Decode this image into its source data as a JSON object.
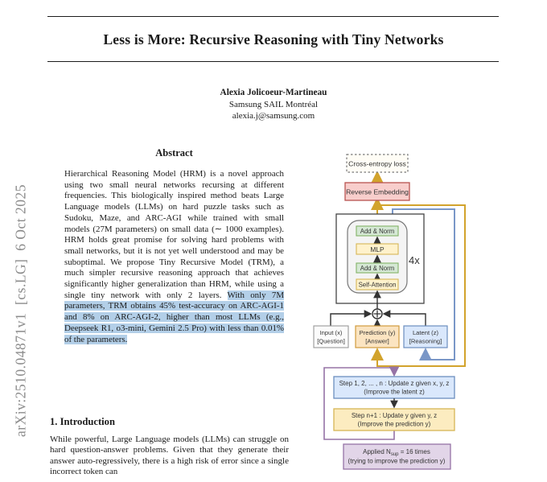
{
  "paper": {
    "title": "Less is More: Recursive Reasoning with Tiny Networks",
    "author": {
      "name": "Alexia Jolicoeur-Martineau",
      "affiliation": "Samsung SAIL Montréal",
      "email": "alexia.j@samsung.com"
    },
    "arxiv_watermark": "arXiv:2510.04871v1  [cs.LG]  6 Oct 2025",
    "abstract": {
      "heading": "Abstract",
      "text_plain": "Hierarchical Reasoning Model (HRM) is a novel approach using two small neural networks recursing at different frequencies. This biologically inspired method beats Large Language models (LLMs) on hard puzzle tasks such as Sudoku, Maze, and ARC-AGI while trained with small models (27M parameters) on small data (∼ 1000 examples). HRM holds great promise for solving hard problems with small networks, but it is not yet well understood and may be suboptimal. We propose Tiny Recursive Model (TRM), a much simpler recursive reasoning approach that achieves significantly higher generalization than HRM, while using a single tiny network with only 2 layers. ",
      "text_highlighted": "With only 7M parameters, TRM obtains 45% test-accuracy on ARC-AGI-1 and 8% on ARC-AGI-2, higher than most LLMs (e.g., Deepseek R1, o3-mini, Gemini 2.5 Pro) with less than 0.01% of the parameters.",
      "highlight_color": "#b3cfe8"
    },
    "introduction": {
      "heading": "1. Introduction",
      "text": "While powerful, Large Language models (LLMs) can struggle on hard question-answer problems. Given that they generate their answer auto-regressively, there is a high risk of error since a single incorrect token can"
    }
  },
  "diagram": {
    "cross_entropy_label": "Cross-entropy loss",
    "reverse_embedding_label": "Reverse Embedding",
    "add_norm_top_label": "Add & Norm",
    "mlp_label": "MLP",
    "add_norm_bottom_label": "Add & Norm",
    "self_attention_label": "Self-Attention",
    "repeat_label": "4x",
    "input_line1": "Input (x)",
    "input_line2": "[Question]",
    "prediction_line1": "Prediction (y)",
    "prediction_line2": "[Answer]",
    "latent_line1": "Latent (z)",
    "latent_line2": "[Reasoning]",
    "step_z_line1": "Step 1, 2, ... , n : Update z given x, y, z",
    "step_z_line2": "(Improve the latent z)",
    "step_y_line1": "Step n+1 : Update y given y, z",
    "step_y_line2": "(Improve the prediction y)",
    "applied_prefix": "Applied N",
    "applied_sub": "sup",
    "applied_mid": " = 16 times",
    "applied_line2": "(trying to improve the prediction y)",
    "colors": {
      "gold_line": "#d2a32c",
      "blue_line": "#7a97c7",
      "purple_line": "#9673a6",
      "black_line": "#333333",
      "pink_box": "#f8cecc",
      "pink_border": "#b85450",
      "green_box": "#d5e8d4",
      "green_border": "#82b366",
      "yellow_box": "#fff2cc",
      "yellow_border": "#d6b656",
      "orange_box": "#fbe4c1",
      "orange_border": "#d09b3e",
      "blue_box": "#dae8fc",
      "blue_border": "#6c8ebf",
      "purple_box": "#e2d5e8",
      "purple_border": "#9673a6",
      "gray_box": "#f4f4f4",
      "gray_border": "#777777"
    }
  }
}
